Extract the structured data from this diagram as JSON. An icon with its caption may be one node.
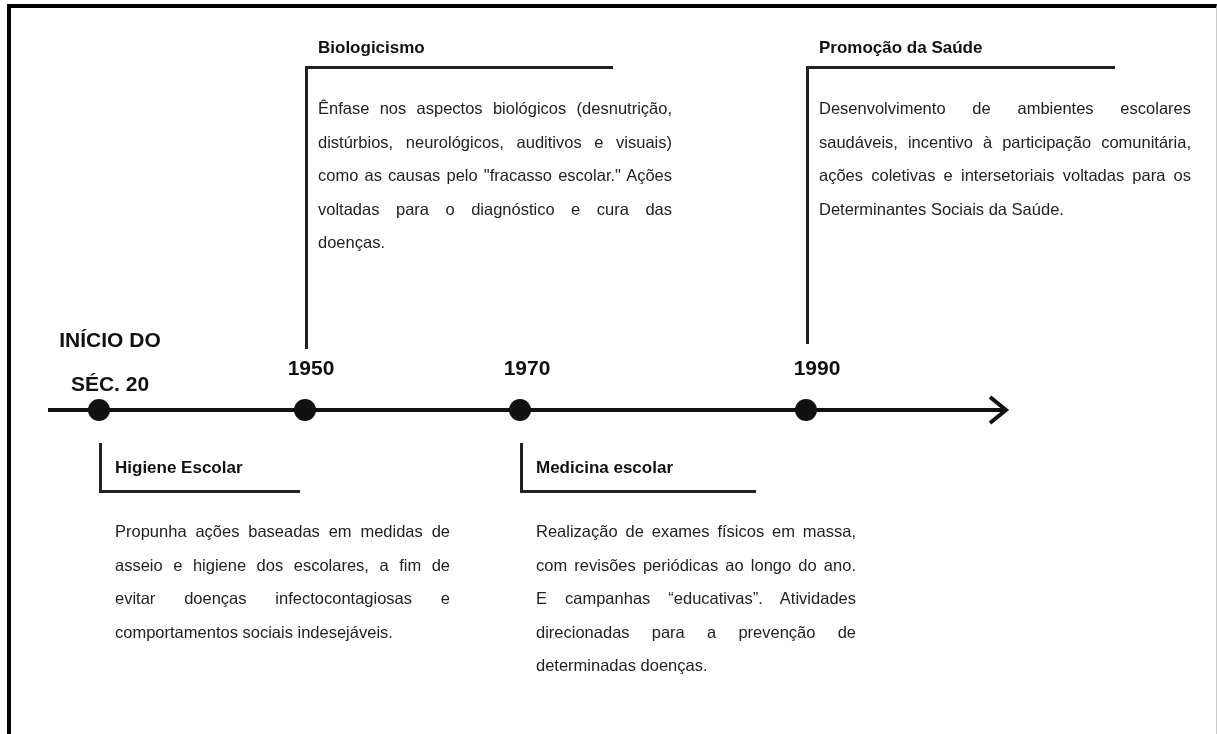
{
  "diagram": {
    "nodes": [
      {
        "text": [
          "Biologicismo",
          "Ênfase nos aspectos biológicos (desnutrição, distúrbios, neurológicos, auditivos e visuais) como as causas pelo \"fracasso escolar.\" Ações voltadas para o diagnóstico e cura das doenças."
        ]
      },
      {
        "text": [
          "Promoção da Saúde",
          "Desenvolvimento de ambientes escolares saudáveis, incentivo à participação comunitária, ações coletivas e intersetoriais voltadas para os Determinantes Sociais da Saúde."
        ]
      },
      {
        "text": [
          "Higiene Escolar",
          "Propunha ações baseadas em medidas de asseio e higiene dos escolares, a fim de evitar doenças infectocontagiosas e comportamentos sociais indesejáveis."
        ]
      },
      {
        "text": [
          "Medicina escolar",
          "Realização de exames físicos em massa, com revisões periódicas ao longo do ano. E campanhas “educativas”. Atividades direcionadas para a prevenção de determinadas doenças."
        ]
      }
    ],
    "labels": [
      "INÍCIO DO SÉC. 20",
      "1950",
      "1970",
      "1990"
    ]
  }
}
